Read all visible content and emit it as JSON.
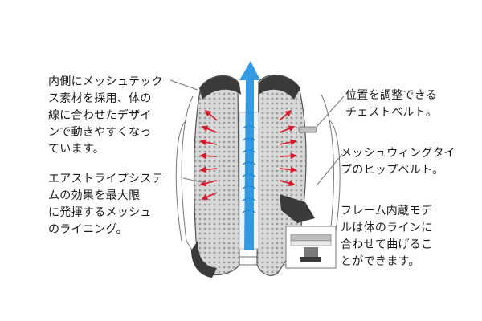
{
  "annotations": {
    "mesh_lining": "内側にメッシュテック\nス素材を採用、体の\n線に合わせたデザイ\nンで動きやすくなっ\nています。",
    "air_stripe": "エアストライプシステ\nムの効果を最大限\nに発揮するメッシュ\nのライニング。",
    "chest_belt": "位置を調整できる\nチェストベルト。",
    "hip_belt": "メッシュウィングタイ\nプのヒップベルト。",
    "frame": "フレーム内蔵モデ\nルは体のラインに\n合わせて曲げるこ\nとができます。"
  },
  "colors": {
    "airflow_blue": "#1e8fe0",
    "heat_red": "#d8182a",
    "pad_dark": "#3a3a3a",
    "outline": "#555555"
  }
}
